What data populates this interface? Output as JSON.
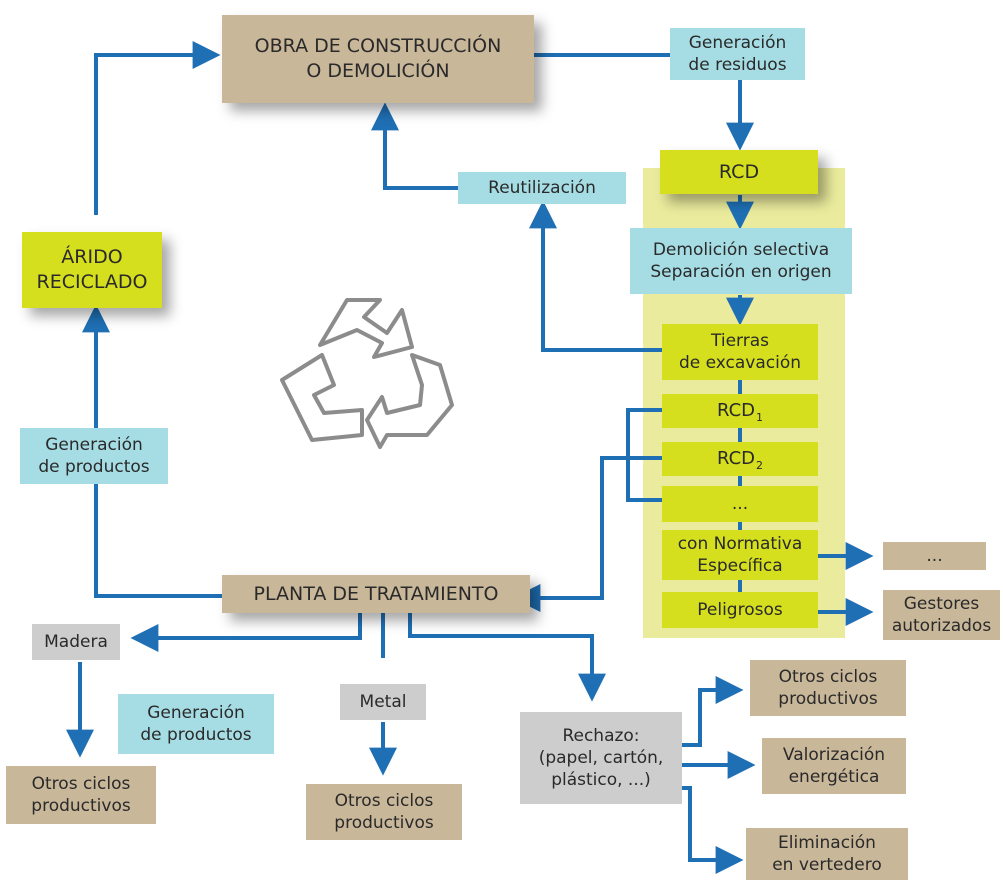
{
  "nodes": {
    "obra_line1": "OBRA DE CONSTRUCCIÓN",
    "obra_line2": "O DEMOLICIÓN",
    "generacion_residuos_line1": "Generación",
    "generacion_residuos_line2": "de residuos",
    "rcd": "RCD",
    "reutilizacion": "Reutilización",
    "demolicion_line1": "Demolición selectiva",
    "demolicion_line2": "Separación en origen",
    "tierras_line1": "Tierras",
    "tierras_line2": "de excavación",
    "rcd1_main": "RCD",
    "rcd1_sub": "1",
    "rcd2_main": "RCD",
    "rcd2_sub": "2",
    "ellipsis_lime": "...",
    "normativa_line1": "con Normativa",
    "normativa_line2": "Específica",
    "peligrosos": "Peligrosos",
    "ellipsis_tan": "...",
    "gestores_line1": "Gestores",
    "gestores_line2": "autorizados",
    "arido_line1": "ÁRIDO",
    "arido_line2": "RECICLADO",
    "gen_productos_left_line1": "Generación",
    "gen_productos_left_line2": "de productos",
    "planta": "PLANTA DE TRATAMIENTO",
    "madera": "Madera",
    "gen_productos_mid_line1": "Generación",
    "gen_productos_mid_line2": "de productos",
    "metal": "Metal",
    "rechazo_line1": "Rechazo:",
    "rechazo_line2": "(papel, cartón,",
    "rechazo_line3": "plástico, ...)",
    "otros_left_line1": "Otros ciclos",
    "otros_left_line2": "productivos",
    "otros_mid_line1": "Otros ciclos",
    "otros_mid_line2": "productivos",
    "otros_right_line1": "Otros ciclos",
    "otros_right_line2": "productivos",
    "valorizacion_line1": "Valorización",
    "valorizacion_line2": "energética",
    "eliminacion_line1": "Eliminación",
    "eliminacion_line2": "en vertedero"
  },
  "icons": {
    "recycle": "recycle-icon"
  },
  "colors": {
    "arrow": "#1f6fb4",
    "tan": "#c9b79a",
    "cyan": "#a6dde4",
    "lime": "#d5df1e",
    "lime_panel": "#eaeb9c",
    "gray": "#cdcdcd"
  }
}
